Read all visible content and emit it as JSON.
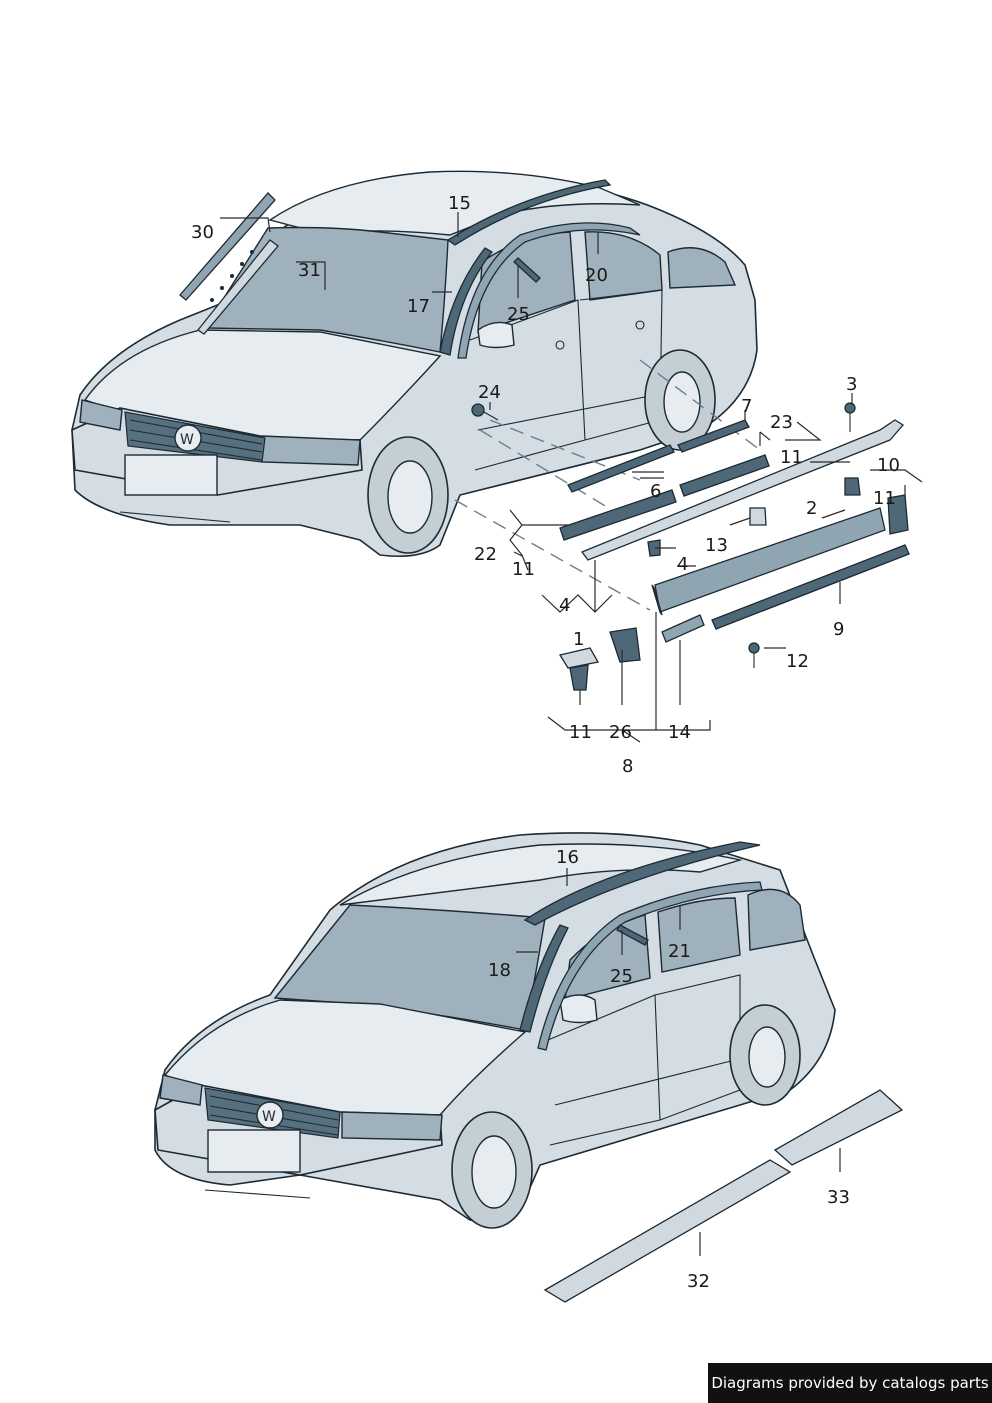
{
  "callouts": {
    "c1": "1",
    "c2": "2",
    "c3": "3",
    "c4a": "4",
    "c4b": "4",
    "c6": "6",
    "c7": "7",
    "c8": "8",
    "c9": "9",
    "c10": "10",
    "c11a": "11",
    "c11b": "11",
    "c11c": "11",
    "c11d": "11",
    "c12": "12",
    "c13": "13",
    "c14": "14",
    "c15": "15",
    "c16": "16",
    "c17": "17",
    "c18": "18",
    "c20": "20",
    "c21": "21",
    "c22": "22",
    "c23": "23",
    "c24": "24",
    "c25a": "25",
    "c25b": "25",
    "c26": "26",
    "c30": "30",
    "c31": "31",
    "c32": "32",
    "c33": "33"
  },
  "footer": {
    "text": "Diagrams provided by catalogs parts"
  },
  "colors": {
    "body": "#d3dde3",
    "glass": "#9fb1bc",
    "part": "#8fa5b2",
    "outline": "#1d2a33"
  }
}
